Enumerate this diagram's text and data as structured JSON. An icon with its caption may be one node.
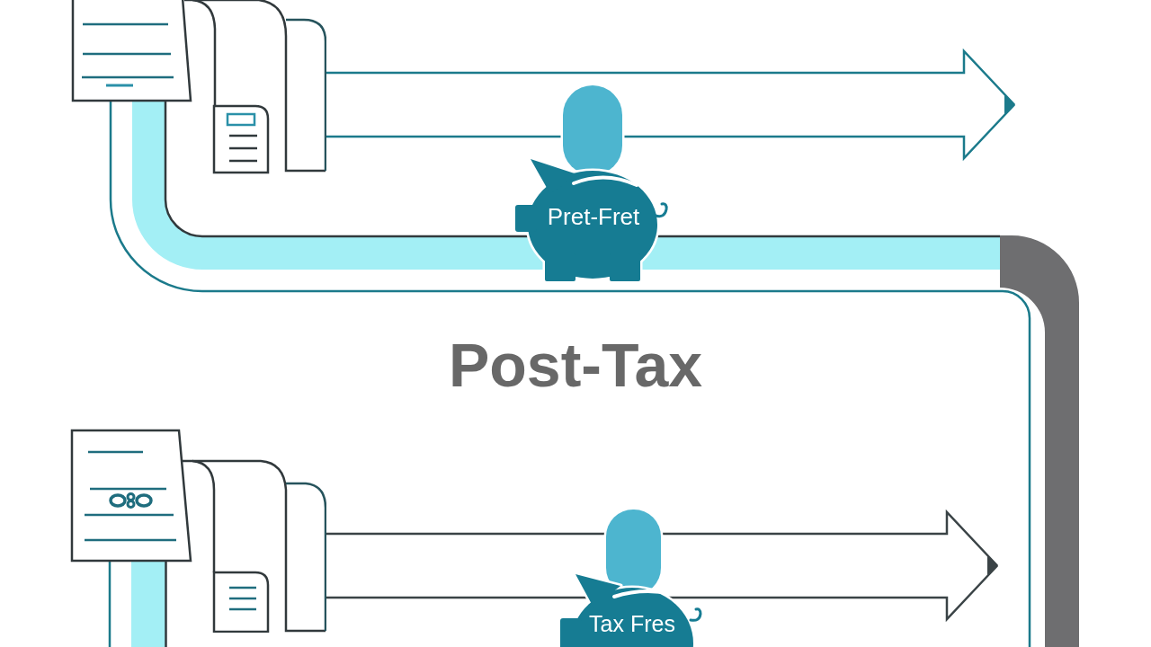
{
  "diagram": {
    "nodes": [
      {
        "text": [],
        "shape": "picture"
      },
      {
        "text": [
          "Pret-Fret"
        ]
      },
      {
        "text": [],
        "shape": "picture"
      },
      {
        "text": [
          "Tax Fres"
        ]
      }
    ],
    "edges": [
      {
        "from": 0,
        "to": null,
        "arrow": "to"
      },
      {
        "from": 2,
        "to": null,
        "arrow": "to",
        "color": "#3a4346"
      }
    ],
    "labels": [
      "Post-Tax"
    ]
  }
}
